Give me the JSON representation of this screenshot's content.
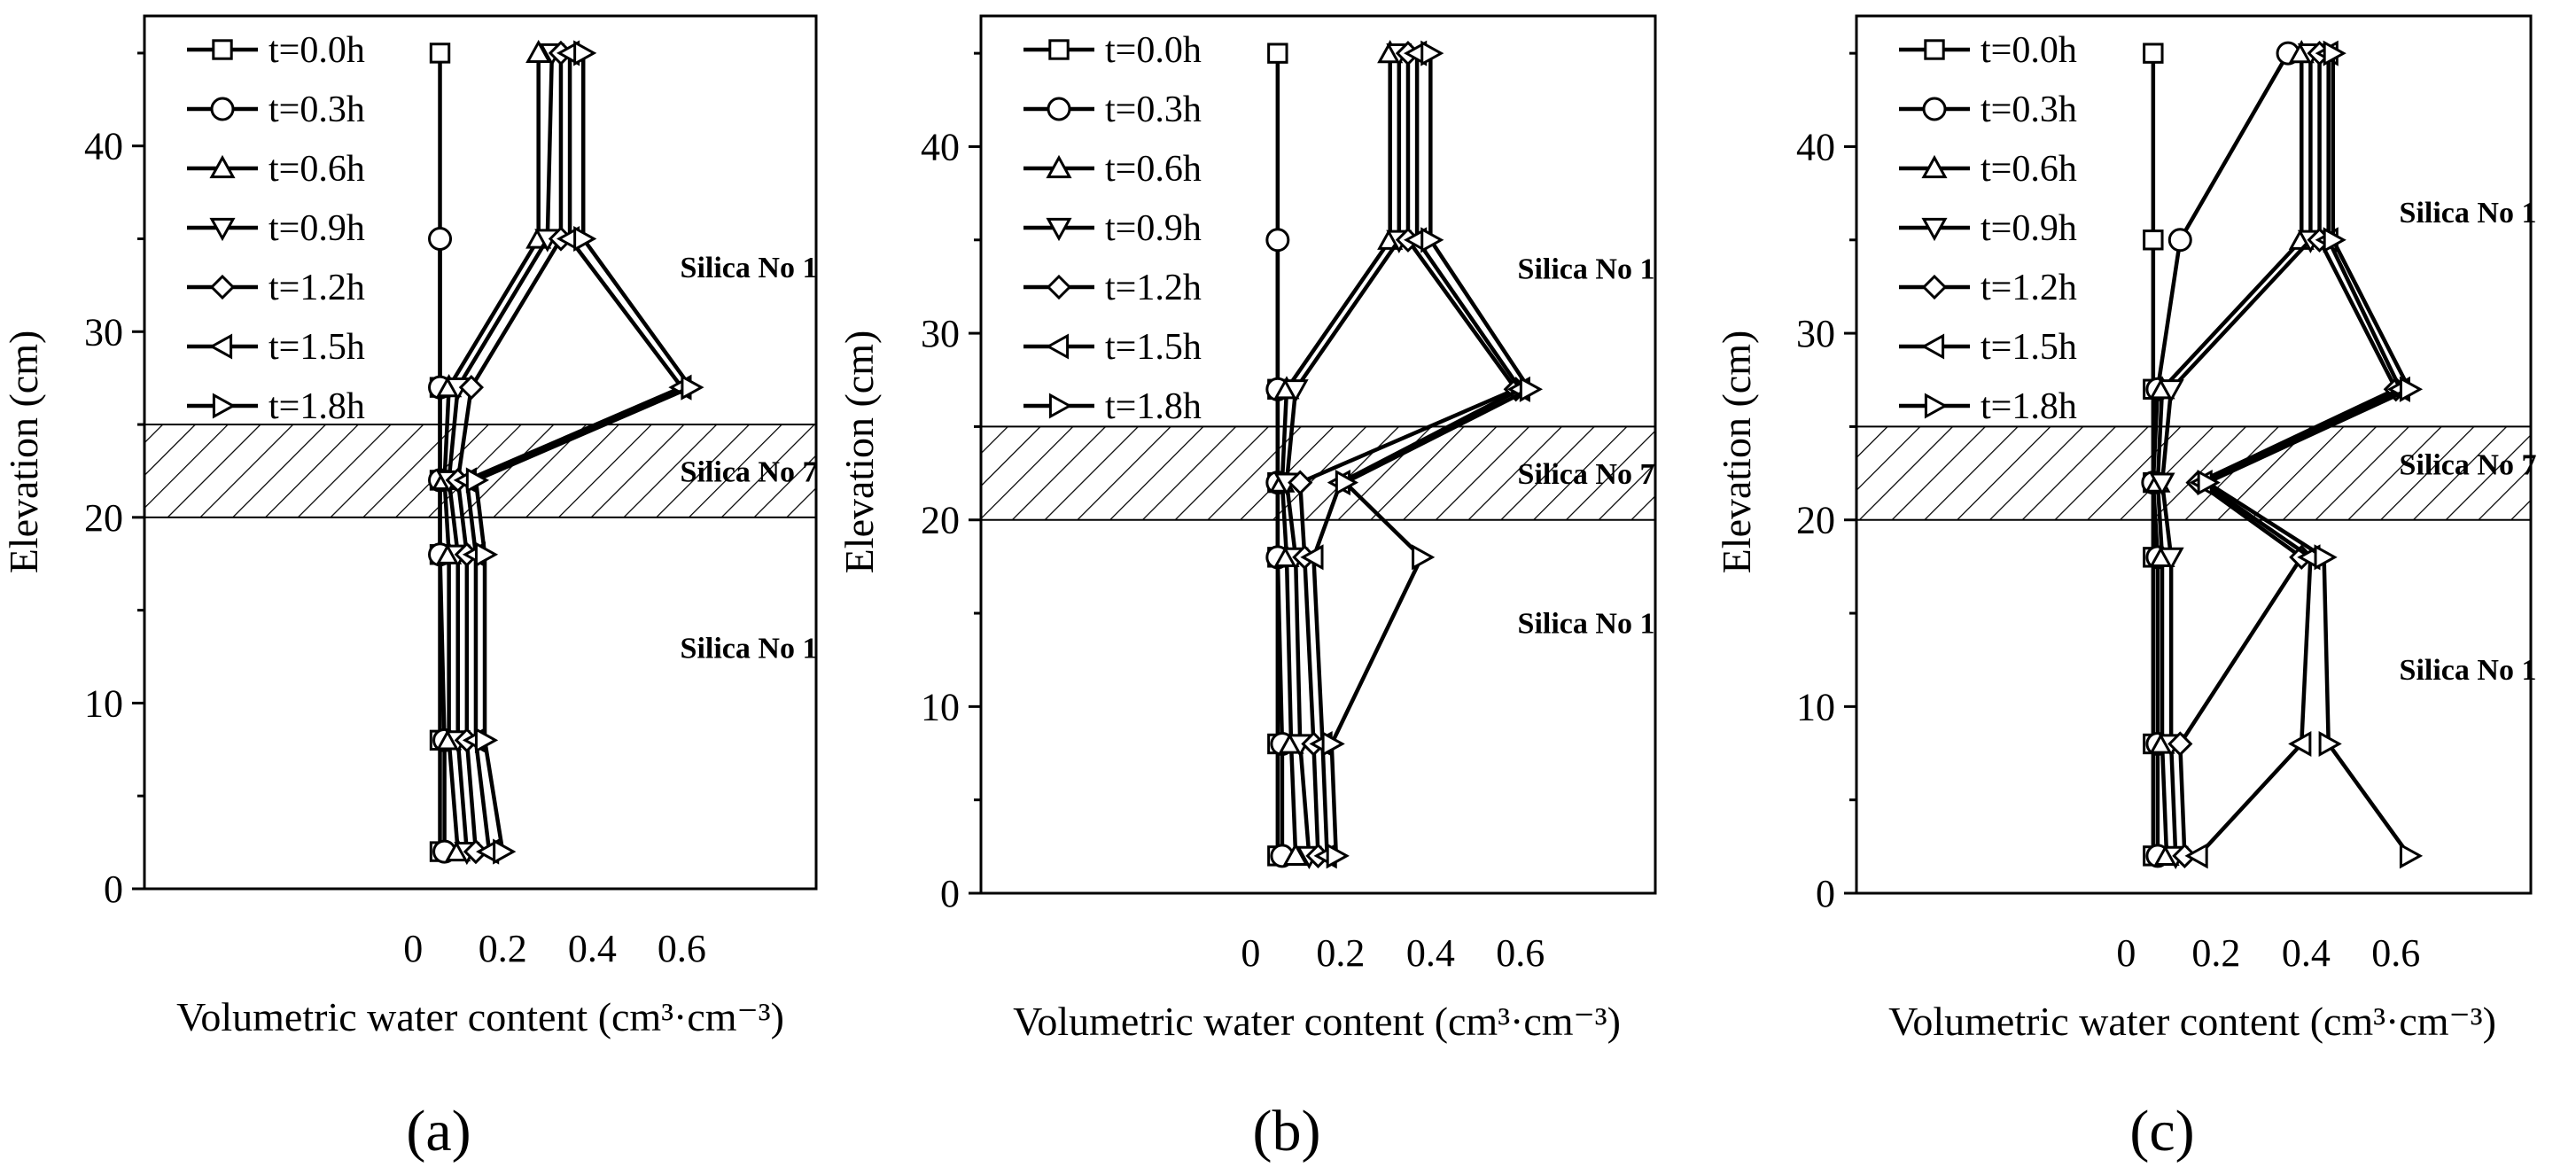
{
  "chart_data": [
    {
      "type": "line",
      "panel_label": "(a)",
      "xlabel": "Volumetric water content (cm³·cm⁻³)",
      "ylabel": "Elevation (cm)",
      "x_ticks": [
        "0",
        "0.2",
        "0.4",
        "0.6"
      ],
      "y_ticks": [
        "0",
        "10",
        "20",
        "30",
        "40"
      ],
      "xlim": [
        -0.6,
        0.9
      ],
      "ylim": [
        0,
        47
      ],
      "hatched_band": [
        20,
        25
      ],
      "layer_labels": [
        {
          "text": "Silica No 1",
          "elevation": 33.5
        },
        {
          "text": "Silica No 7",
          "elevation": 22.5
        },
        {
          "text": "Silica No 1",
          "elevation": 13
        }
      ],
      "series": [
        {
          "name": "t=0.0h",
          "points": [
            [
              0.06,
              45
            ],
            [
              0.06,
              27
            ],
            [
              0.06,
              22
            ],
            [
              0.06,
              18
            ],
            [
              0.06,
              8
            ],
            [
              0.06,
              2
            ]
          ]
        },
        {
          "name": "t=0.3h",
          "points": [
            [
              0.06,
              35
            ],
            [
              0.06,
              27
            ],
            [
              0.06,
              22
            ],
            [
              0.06,
              18
            ],
            [
              0.07,
              8
            ],
            [
              0.07,
              2
            ]
          ]
        },
        {
          "name": "t=0.6h",
          "points": [
            [
              0.28,
              45
            ],
            [
              0.28,
              35
            ],
            [
              0.08,
              27
            ],
            [
              0.07,
              22
            ],
            [
              0.08,
              18
            ],
            [
              0.08,
              8
            ],
            [
              0.1,
              2
            ]
          ]
        },
        {
          "name": "t=0.9h",
          "points": [
            [
              0.31,
              45
            ],
            [
              0.3,
              35
            ],
            [
              0.1,
              27
            ],
            [
              0.08,
              22
            ],
            [
              0.1,
              18
            ],
            [
              0.1,
              8
            ],
            [
              0.12,
              2
            ]
          ]
        },
        {
          "name": "t=1.2h",
          "points": [
            [
              0.33,
              45
            ],
            [
              0.33,
              35
            ],
            [
              0.13,
              27
            ],
            [
              0.1,
              22
            ],
            [
              0.12,
              18
            ],
            [
              0.12,
              8
            ],
            [
              0.14,
              2
            ]
          ]
        },
        {
          "name": "t=1.5h",
          "points": [
            [
              0.35,
              45
            ],
            [
              0.35,
              35
            ],
            [
              0.6,
              27
            ],
            [
              0.12,
              22
            ],
            [
              0.14,
              18
            ],
            [
              0.14,
              8
            ],
            [
              0.17,
              2
            ]
          ]
        },
        {
          "name": "t=1.8h",
          "points": [
            [
              0.38,
              45
            ],
            [
              0.38,
              35
            ],
            [
              0.62,
              27
            ],
            [
              0.14,
              22
            ],
            [
              0.16,
              18
            ],
            [
              0.16,
              8
            ],
            [
              0.2,
              2
            ]
          ]
        }
      ]
    },
    {
      "type": "line",
      "panel_label": "(b)",
      "xlabel": "Volumetric water content (cm³·cm⁻³)",
      "ylabel": "Elevation (cm)",
      "x_ticks": [
        "0",
        "0.2",
        "0.4",
        "0.6"
      ],
      "y_ticks": [
        "0",
        "10",
        "20",
        "30",
        "40"
      ],
      "xlim": [
        -0.6,
        0.9
      ],
      "ylim": [
        0,
        47
      ],
      "hatched_band": [
        20,
        25
      ],
      "layer_labels": [
        {
          "text": "Silica No 1",
          "elevation": 33.5
        },
        {
          "text": "Silica No 7",
          "elevation": 22.5
        },
        {
          "text": "Silica No 1",
          "elevation": 14.5
        }
      ],
      "series": [
        {
          "name": "t=0.0h",
          "points": [
            [
              0.06,
              45
            ],
            [
              0.06,
              27
            ],
            [
              0.06,
              22
            ],
            [
              0.06,
              18
            ],
            [
              0.06,
              8
            ],
            [
              0.06,
              2
            ]
          ]
        },
        {
          "name": "t=0.3h",
          "points": [
            [
              0.06,
              35
            ],
            [
              0.06,
              27
            ],
            [
              0.06,
              22
            ],
            [
              0.06,
              18
            ],
            [
              0.07,
              8
            ],
            [
              0.07,
              2
            ]
          ]
        },
        {
          "name": "t=0.6h",
          "points": [
            [
              0.31,
              45
            ],
            [
              0.31,
              35
            ],
            [
              0.08,
              27
            ],
            [
              0.07,
              22
            ],
            [
              0.08,
              18
            ],
            [
              0.09,
              8
            ],
            [
              0.1,
              2
            ]
          ]
        },
        {
          "name": "t=0.9h",
          "points": [
            [
              0.33,
              45
            ],
            [
              0.33,
              35
            ],
            [
              0.1,
              27
            ],
            [
              0.08,
              22
            ],
            [
              0.1,
              18
            ],
            [
              0.11,
              8
            ],
            [
              0.13,
              2
            ]
          ]
        },
        {
          "name": "t=1.2h",
          "points": [
            [
              0.35,
              45
            ],
            [
              0.35,
              35
            ],
            [
              0.59,
              27
            ],
            [
              0.11,
              22
            ],
            [
              0.12,
              18
            ],
            [
              0.14,
              8
            ],
            [
              0.15,
              2
            ]
          ]
        },
        {
          "name": "t=1.5h",
          "points": [
            [
              0.37,
              45
            ],
            [
              0.37,
              35
            ],
            [
              0.6,
              27
            ],
            [
              0.2,
              22
            ],
            [
              0.14,
              18
            ],
            [
              0.16,
              8
            ],
            [
              0.17,
              2
            ]
          ]
        },
        {
          "name": "t=1.8h",
          "points": [
            [
              0.4,
              45
            ],
            [
              0.4,
              35
            ],
            [
              0.62,
              27
            ],
            [
              0.21,
              22
            ],
            [
              0.38,
              18
            ],
            [
              0.18,
              8
            ],
            [
              0.19,
              2
            ]
          ]
        }
      ]
    },
    {
      "type": "line",
      "panel_label": "(c)",
      "xlabel": "Volumetric water content (cm³·cm⁻³)",
      "ylabel": "Elevation (cm)",
      "x_ticks": [
        "0",
        "0.2",
        "0.4",
        "0.6"
      ],
      "y_ticks": [
        "0",
        "10",
        "20",
        "30",
        "40"
      ],
      "xlim": [
        -0.6,
        0.9
      ],
      "ylim": [
        0,
        47
      ],
      "hatched_band": [
        20,
        25
      ],
      "layer_labels": [
        {
          "text": "Silica No 1",
          "elevation": 36.5
        },
        {
          "text": "Silica No 7",
          "elevation": 23
        },
        {
          "text": "Silica No 1",
          "elevation": 12
        }
      ],
      "series": [
        {
          "name": "t=0.0h",
          "points": [
            [
              0.06,
              45
            ],
            [
              0.06,
              35
            ],
            [
              0.06,
              27
            ],
            [
              0.06,
              22
            ],
            [
              0.06,
              18
            ],
            [
              0.06,
              8
            ],
            [
              0.06,
              2
            ]
          ]
        },
        {
          "name": "t=0.3h",
          "points": [
            [
              0.36,
              45
            ],
            [
              0.12,
              35
            ],
            [
              0.07,
              27
            ],
            [
              0.06,
              22
            ],
            [
              0.07,
              18
            ],
            [
              0.07,
              8
            ],
            [
              0.07,
              2
            ]
          ]
        },
        {
          "name": "t=0.6h",
          "points": [
            [
              0.39,
              45
            ],
            [
              0.39,
              35
            ],
            [
              0.08,
              27
            ],
            [
              0.07,
              22
            ],
            [
              0.08,
              18
            ],
            [
              0.08,
              8
            ],
            [
              0.09,
              2
            ]
          ]
        },
        {
          "name": "t=0.9h",
          "points": [
            [
              0.41,
              45
            ],
            [
              0.41,
              35
            ],
            [
              0.1,
              27
            ],
            [
              0.08,
              22
            ],
            [
              0.1,
              18
            ],
            [
              0.1,
              8
            ],
            [
              0.11,
              2
            ]
          ]
        },
        {
          "name": "t=1.2h",
          "points": [
            [
              0.43,
              45
            ],
            [
              0.43,
              35
            ],
            [
              0.6,
              27
            ],
            [
              0.16,
              22
            ],
            [
              0.39,
              18
            ],
            [
              0.12,
              8
            ],
            [
              0.13,
              2
            ]
          ]
        },
        {
          "name": "t=1.5h",
          "points": [
            [
              0.45,
              45
            ],
            [
              0.45,
              35
            ],
            [
              0.61,
              27
            ],
            [
              0.17,
              22
            ],
            [
              0.41,
              18
            ],
            [
              0.39,
              8
            ],
            [
              0.16,
              2
            ]
          ]
        },
        {
          "name": "t=1.8h",
          "points": [
            [
              0.46,
              45
            ],
            [
              0.46,
              35
            ],
            [
              0.63,
              27
            ],
            [
              0.18,
              22
            ],
            [
              0.44,
              18
            ],
            [
              0.45,
              8
            ],
            [
              0.63,
              2
            ]
          ]
        }
      ]
    }
  ],
  "markers": [
    "square",
    "circle",
    "triangle-up",
    "triangle-down",
    "diamond",
    "triangle-left",
    "triangle-right"
  ]
}
